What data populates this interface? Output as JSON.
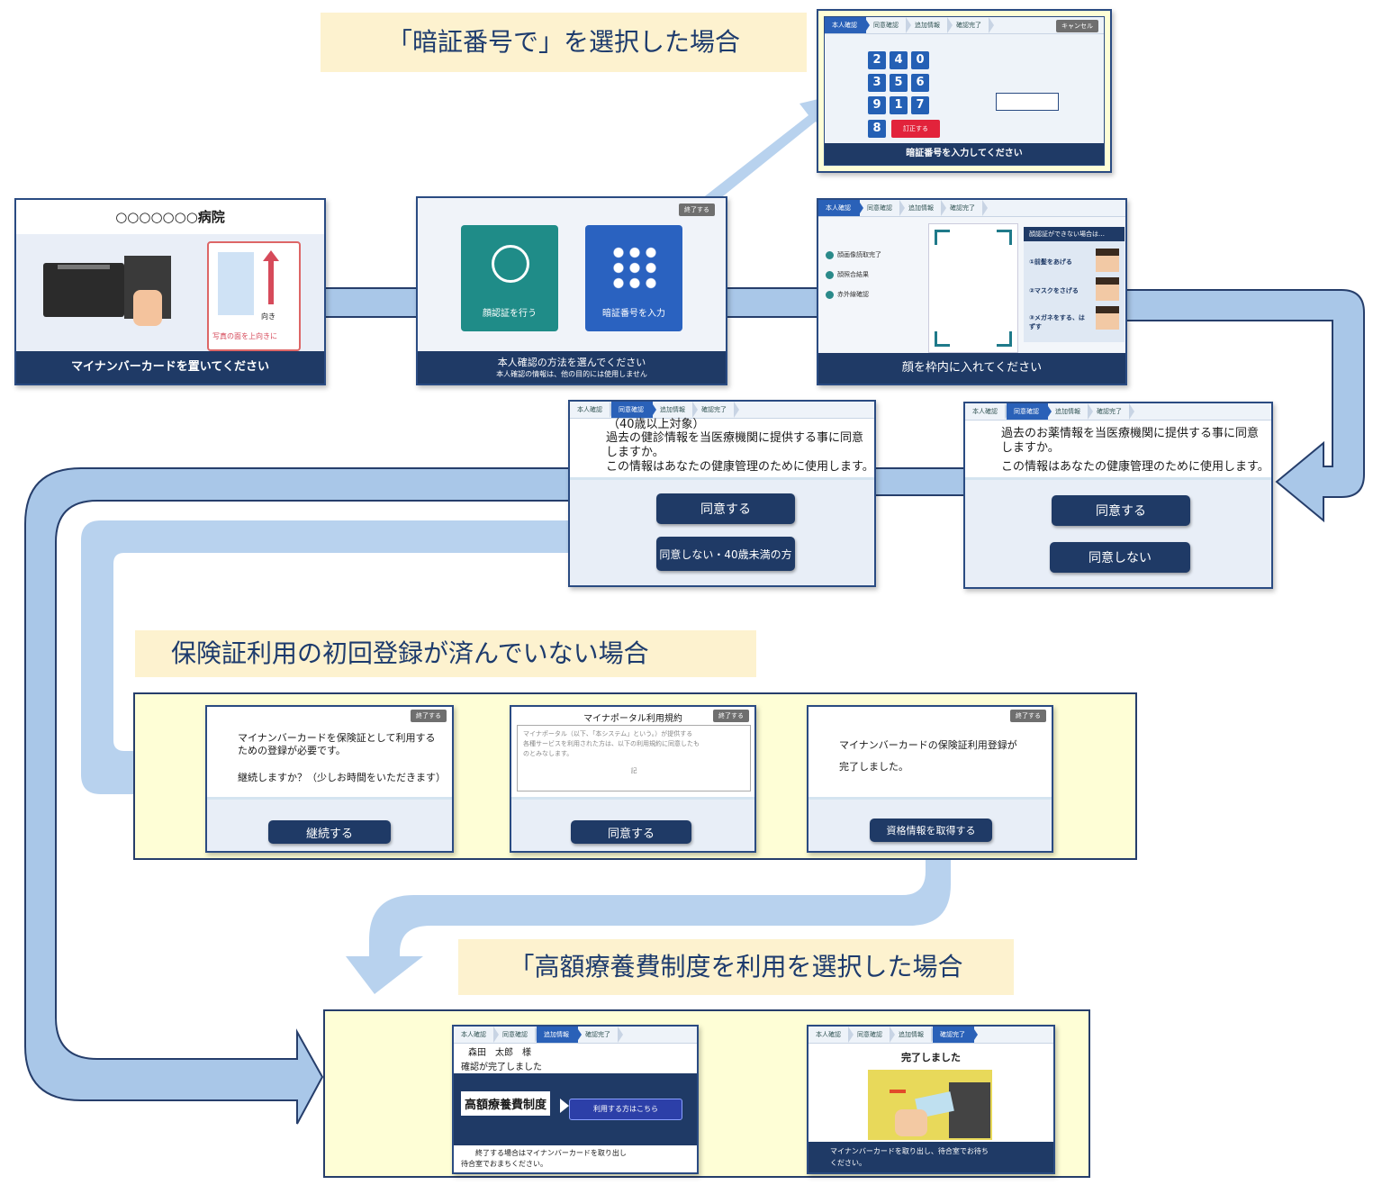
{
  "labels": {
    "pin": "「暗証番号で」を選択した場合",
    "insurance": "保険証利用の初回登録が済んでいない場合",
    "high_cost": "「高額療養費制度を利用を選択した場合"
  },
  "screen_card": {
    "hospital": "○○○○○○○病院",
    "hint_direction": "向き",
    "hint_face": "写真の面を上向きに",
    "footer": "マイナンバーカードを置いてください"
  },
  "screen_method": {
    "end": "終了する",
    "face_button": "顔認証を行う",
    "pin_button": "暗証番号を入力",
    "footer_main": "本人確認の方法を選んでください",
    "footer_sub": "本人確認の情報は、他の目的には使用しません"
  },
  "screen_pin": {
    "steps": [
      "本人確認",
      "同意確認",
      "追加情報",
      "確認完了"
    ],
    "cancel": "キャンセル",
    "keys": [
      "2",
      "4",
      "0",
      "3",
      "5",
      "6",
      "9",
      "1",
      "7",
      "8"
    ],
    "correct": "訂正する",
    "footer": "暗証番号を入力してください"
  },
  "screen_face": {
    "steps": [
      "本人確認",
      "同意確認",
      "追加情報",
      "確認完了"
    ],
    "status": [
      "顔画像読取完了",
      "顔照合結果",
      "赤外線確認"
    ],
    "help_title": "顔認証ができない場合は…",
    "tips": [
      "①前髪をあげる",
      "②マスクをさげる",
      "③メガネをする、はずす"
    ],
    "footer": "顔を枠内に入れてください"
  },
  "screen_medication": {
    "steps": [
      "本人確認",
      "同意確認",
      "追加情報",
      "確認完了"
    ],
    "question_1": "過去のお薬情報を当医療機関に提供する事に同意",
    "question_2": "しますか。",
    "question_3": "この情報はあなたの健康管理のために使用します。",
    "agree": "同意する",
    "disagree": "同意しない"
  },
  "screen_checkup": {
    "steps": [
      "本人確認",
      "同意確認",
      "追加情報",
      "確認完了"
    ],
    "note": "（40歳以上対象）",
    "question_1": "過去の健診情報を当医療機関に提供する事に同意",
    "question_2": "しますか。",
    "question_3": "この情報はあなたの健康管理のために使用します。",
    "agree": "同意する",
    "disagree": "同意しない・40歳未満の方"
  },
  "screen_register": {
    "end": "終了する",
    "text_1": "マイナンバーカードを保険証として利用する",
    "text_2": "ための登録が必要です。",
    "text_3": "継続しますか？（少しお時間をいただきます）",
    "continue": "継続する"
  },
  "screen_terms": {
    "end": "終了する",
    "title": "マイナポータル利用規約",
    "body_1": "マイナポータル（以下、「本システム」という。）が提供する",
    "body_2": "各種サービスを利用された方は、以下の利用規約に同意したも",
    "body_3": "のとみなします。",
    "body_4": "記",
    "agree": "同意する"
  },
  "screen_registered": {
    "end": "終了する",
    "text_1": "マイナンバーカードの保険証利用登録が",
    "text_2": "完了しました。",
    "get_info": "資格情報を取得する"
  },
  "screen_highcost": {
    "steps": [
      "本人確認",
      "同意確認",
      "追加情報",
      "確認完了"
    ],
    "name": "森田　太郎　様",
    "confirmed": "確認が完了しました",
    "system": "高額療養費制度",
    "use_button": "利用する方はこちら",
    "footer_1": "終了する場合はマイナンバーカードを取り出し",
    "footer_2": "待合室でおまちください。"
  },
  "screen_done": {
    "steps": [
      "本人確認",
      "同意確認",
      "追加情報",
      "確認完了"
    ],
    "title": "完了しました",
    "footer_1": "マイナンバーカードを取り出し、待合室でお待ち",
    "footer_2": "ください。"
  },
  "colors": {
    "navy": "#1f3a66",
    "flow": "#a9c7e8",
    "flow_border": "#263e6b",
    "label_bg": "#fdf2cf",
    "panel_bg": "#fefed6"
  }
}
